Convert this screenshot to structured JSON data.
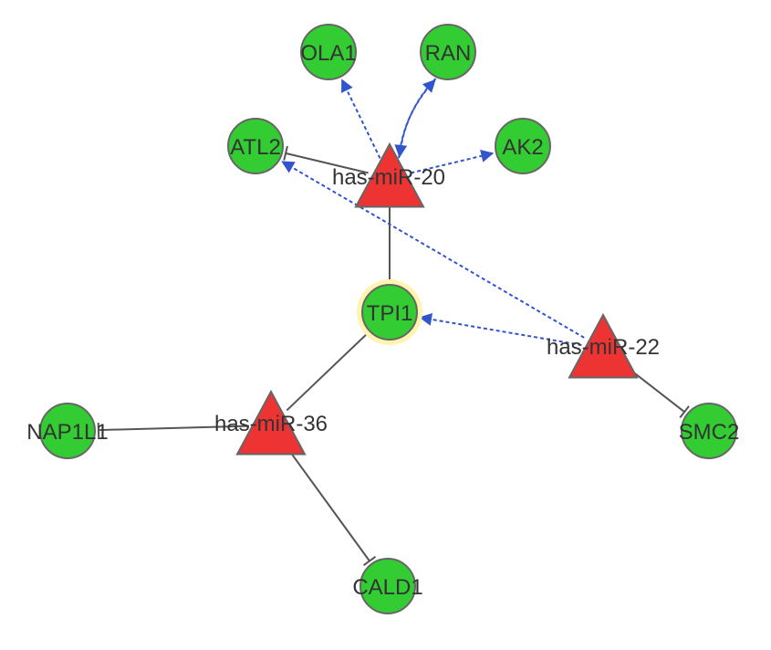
{
  "network": {
    "colors": {
      "gene_fill": "#33cc33",
      "mirna_fill": "#ee3333",
      "node_stroke": "#666666",
      "inhibition_edge": "#555555",
      "activation_edge": "#3355cc",
      "highlight": "#fff4b0"
    },
    "nodes": [
      {
        "id": "OLA1",
        "label": "OLA1",
        "kind": "gene"
      },
      {
        "id": "RAN",
        "label": "RAN",
        "kind": "gene"
      },
      {
        "id": "ATL2",
        "label": "ATL2",
        "kind": "gene"
      },
      {
        "id": "AK2",
        "label": "AK2",
        "kind": "gene"
      },
      {
        "id": "TPI1",
        "label": "TPI1",
        "kind": "gene",
        "highlighted": true
      },
      {
        "id": "NAP1L1",
        "label": "NAP1L1",
        "kind": "gene"
      },
      {
        "id": "SMC2",
        "label": "SMC2",
        "kind": "gene"
      },
      {
        "id": "CALD1",
        "label": "CALD1",
        "kind": "gene"
      },
      {
        "id": "mir20",
        "label": "has-miR-20",
        "kind": "mirna"
      },
      {
        "id": "mir22",
        "label": "has-miR-22",
        "kind": "mirna"
      },
      {
        "id": "mir36",
        "label": "has-miR-36",
        "kind": "mirna"
      }
    ],
    "edges": [
      {
        "from": "mir20",
        "to": "ATL2",
        "type": "inhibition"
      },
      {
        "from": "mir20",
        "to": "TPI1",
        "type": "inhibition"
      },
      {
        "from": "mir20",
        "to": "OLA1",
        "type": "activation"
      },
      {
        "from": "mir20",
        "to": "RAN",
        "type": "activation"
      },
      {
        "from": "RAN",
        "to": "mir20",
        "type": "activation"
      },
      {
        "from": "mir20",
        "to": "AK2",
        "type": "activation"
      },
      {
        "from": "mir22",
        "to": "ATL2",
        "type": "activation"
      },
      {
        "from": "mir22",
        "to": "TPI1",
        "type": "activation"
      },
      {
        "from": "mir22",
        "to": "SMC2",
        "type": "inhibition"
      },
      {
        "from": "mir36",
        "to": "TPI1",
        "type": "inhibition"
      },
      {
        "from": "mir36",
        "to": "NAP1L1",
        "type": "inhibition"
      },
      {
        "from": "mir36",
        "to": "CALD1",
        "type": "inhibition"
      }
    ]
  }
}
